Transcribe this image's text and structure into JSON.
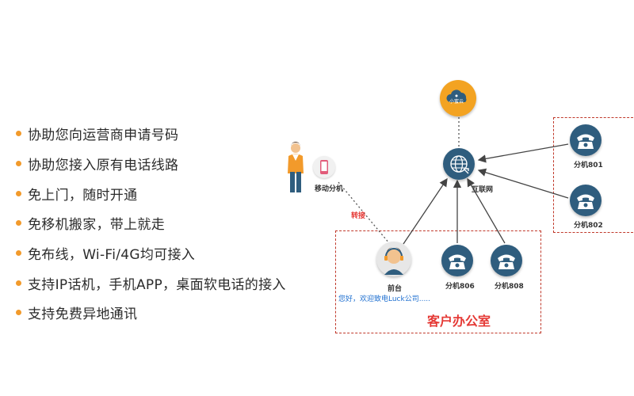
{
  "features": [
    "协助您向运营商申请号码",
    "协助您接入原有电话线路",
    "免上门，随时开通",
    "免移机搬家，带上就走",
    "免布线，Wi-Fi/4G均可接入",
    "支持IP话机，手机APP，桌面软电话的接入",
    "支持免费异地通讯"
  ],
  "diagram": {
    "cloud_label": "小蜜云",
    "internet_label": "互联网",
    "mobile_label": "移动分机",
    "transfer_label": "转接",
    "reception_label": "前台",
    "greeting": "您好，欢迎致电Luck公司.....",
    "office_label": "客户办公室",
    "ext806": "分机806",
    "ext808": "分机808",
    "ext801": "分机801",
    "ext802": "分机802"
  },
  "colors": {
    "bullet": "#f29a2b",
    "node_blue": "#2f5d7e",
    "cloud_orange": "#f3a322",
    "accent_red": "#e53935",
    "greeting_blue": "#1e6fd0"
  }
}
